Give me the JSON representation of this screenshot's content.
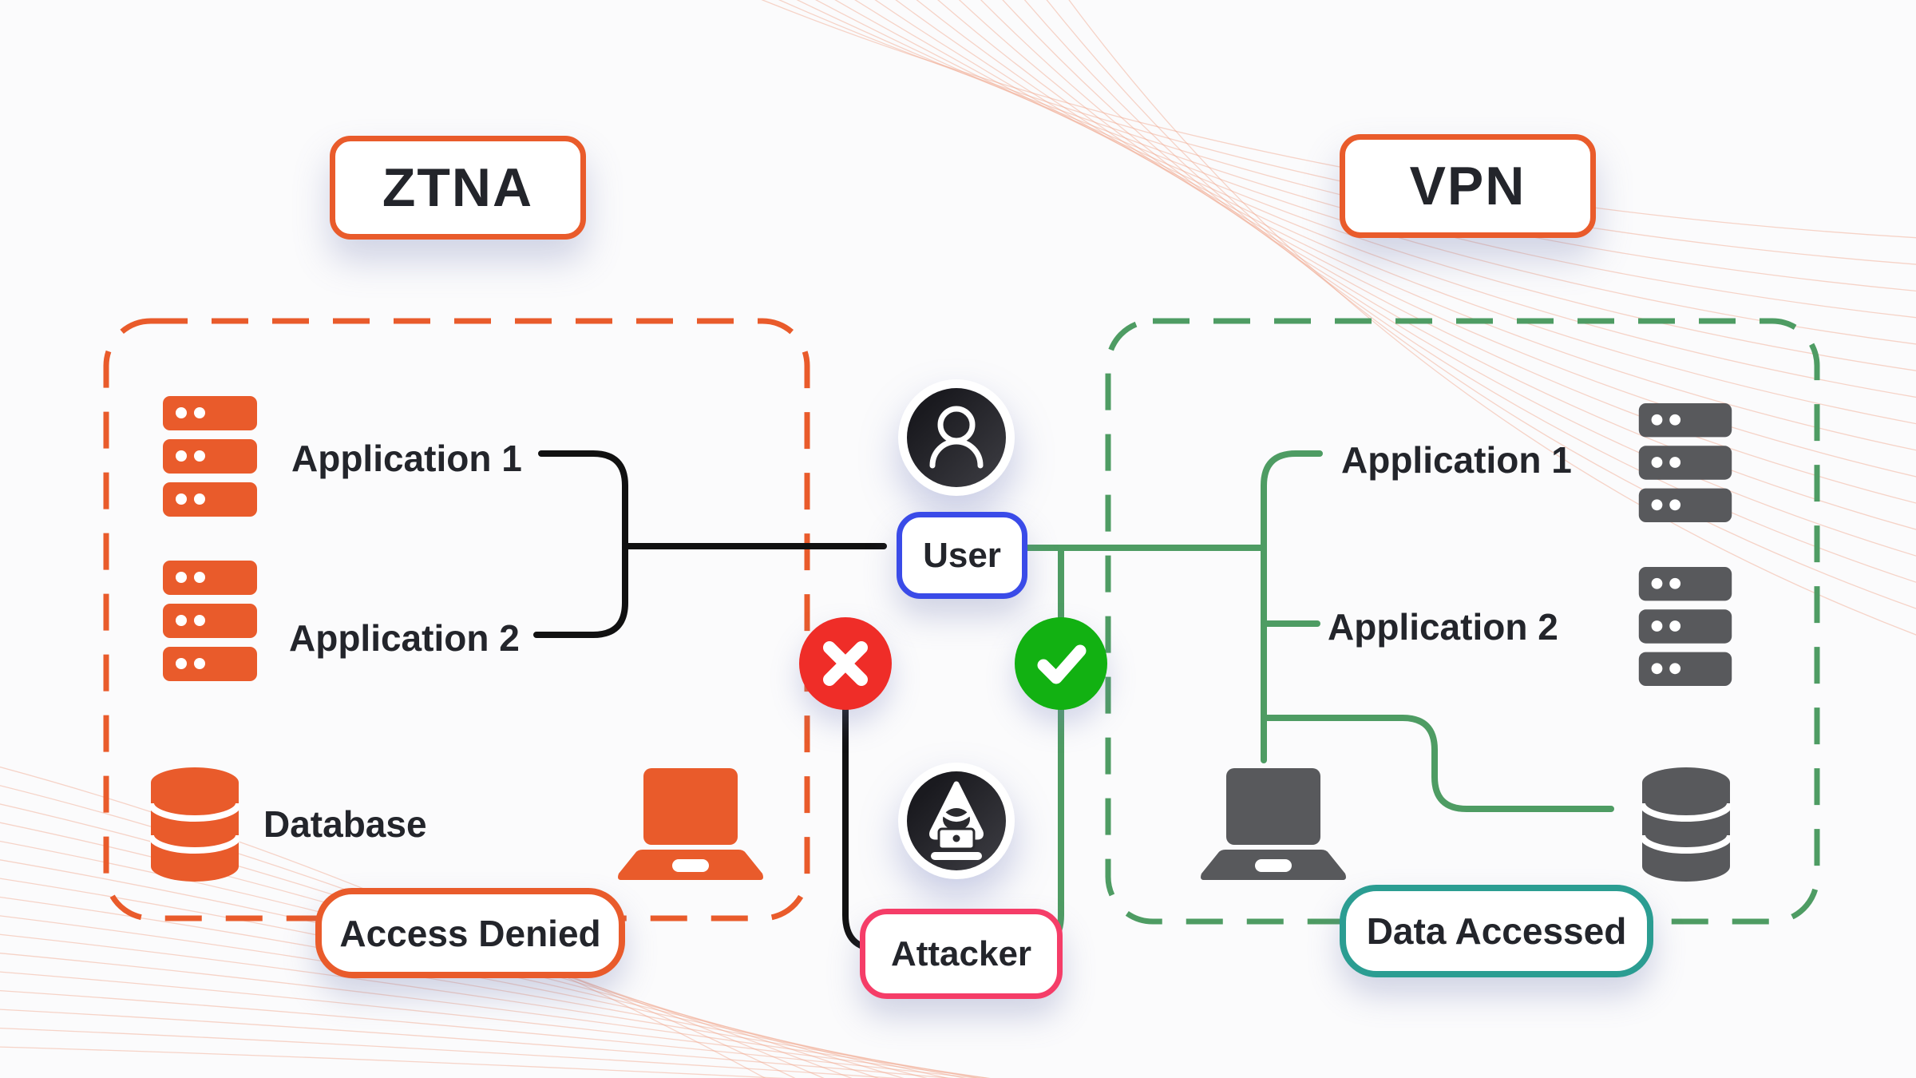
{
  "diagram": {
    "ztna": {
      "title": "ZTNA",
      "app1": "Application 1",
      "app2": "Application 2",
      "database": "Database",
      "status_badge": "Access Denied"
    },
    "vpn": {
      "title": "VPN",
      "app1": "Application 1",
      "app2": "Application 2",
      "status_badge": "Data Accessed"
    },
    "actors": {
      "user": "User",
      "attacker": "Attacker"
    },
    "icons": [
      "server-stack-icon",
      "database-icon",
      "laptop-icon",
      "user-icon",
      "hacker-icon",
      "cross-icon",
      "check-icon"
    ],
    "colors": {
      "orange": "#E95B2B",
      "green_line": "#4E9C63",
      "check_green": "#12B112",
      "cross_red": "#EF2D28",
      "user_blue": "#3A4BE8",
      "attacker_pink": "#F53D68",
      "teal": "#2B9D92",
      "dark_text": "#23252B",
      "gray_icon": "#58595C",
      "black_line": "#111111",
      "swirl": "#F0A287"
    }
  }
}
